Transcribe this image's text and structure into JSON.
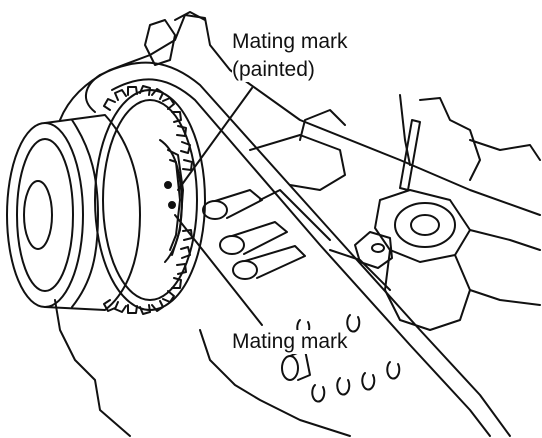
{
  "labels": {
    "top_line1": "Mating mark",
    "top_line2": "(painted)",
    "bottom": "Mating mark"
  },
  "colors": {
    "ink": "#111111",
    "paper": "#ffffff"
  }
}
